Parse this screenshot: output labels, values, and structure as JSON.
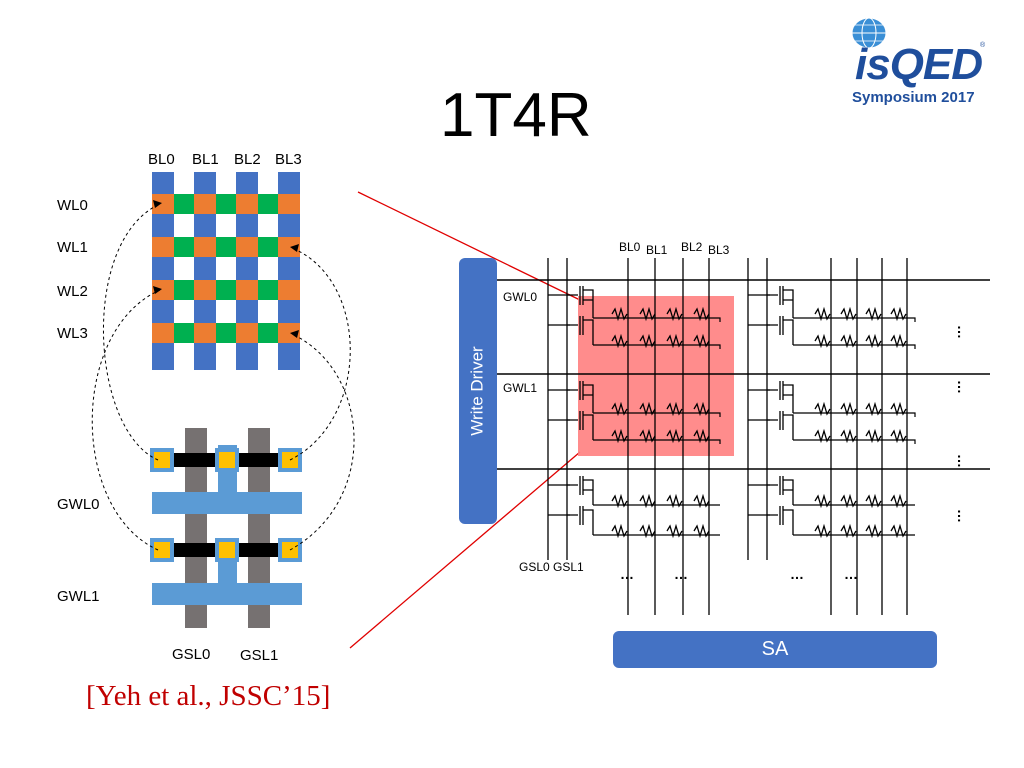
{
  "slide": {
    "title": "1T4R",
    "citation": "[Yeh et al., JSSC’15]"
  },
  "logo": {
    "word": "isQED",
    "registered": "®",
    "subtitle": "Symposium 2017",
    "color": "#1f4e9c"
  },
  "crossbar": {
    "bitlines": [
      "BL0",
      "BL1",
      "BL2",
      "BL3"
    ],
    "wordlines": [
      "WL0",
      "WL1",
      "WL2",
      "WL3"
    ],
    "colors": {
      "bitline": "#4472c4",
      "orange": "#ed7d31",
      "green": "#00b050"
    }
  },
  "layout3d": {
    "gwl_labels": [
      "GWL0",
      "GWL1"
    ],
    "gsl_labels": [
      "GSL0",
      "GSL1"
    ],
    "colors": {
      "gsl": "#767171",
      "gwl": "#5b9bd5",
      "contact": "#ffc000"
    }
  },
  "schematic": {
    "write_driver": "Write Driver",
    "sense_amp": "SA",
    "bitlines": [
      "BL0",
      "BL1",
      "BL2",
      "BL3"
    ],
    "gwl_labels": [
      "GWL0",
      "GWL1"
    ],
    "gsl_labels": [
      "GSL0 GSL1"
    ],
    "ellipsis": "…",
    "highlight_color": "#ff8080"
  }
}
